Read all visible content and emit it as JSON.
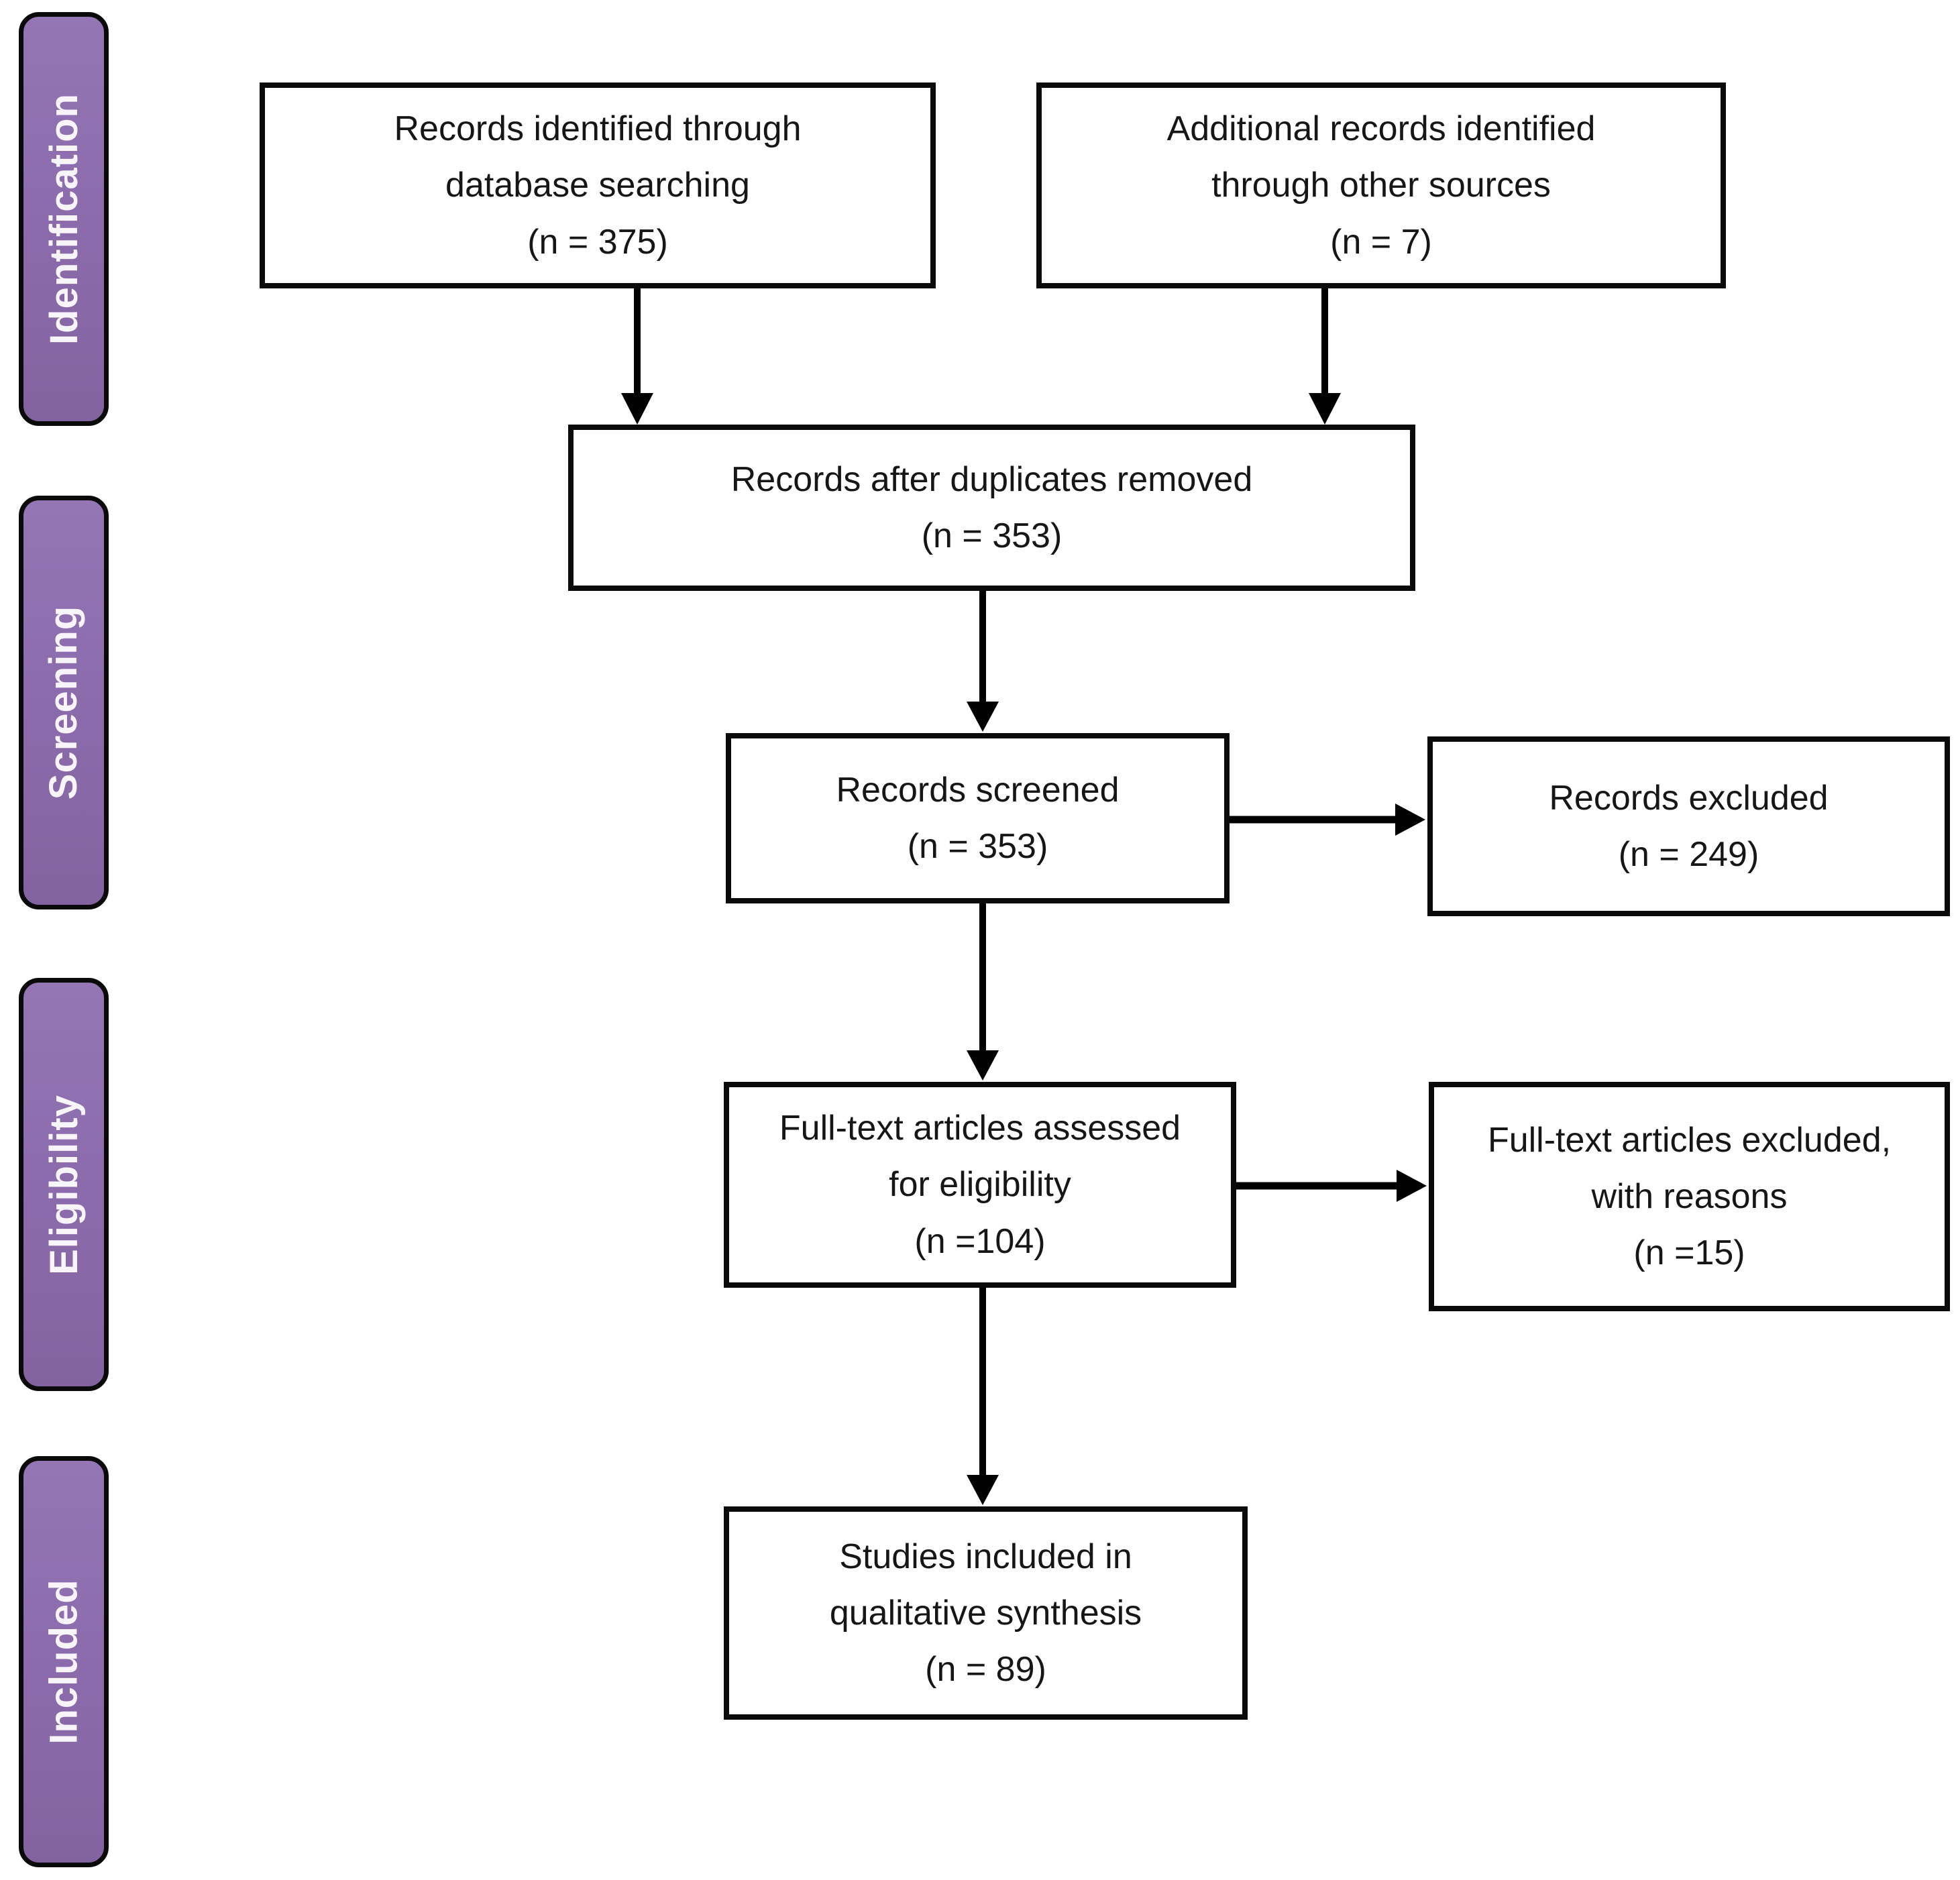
{
  "diagram": {
    "kind": "prisma-flow-diagram"
  },
  "sidebar": {
    "stages": [
      {
        "label": "Identification"
      },
      {
        "label": "Screening"
      },
      {
        "label": "Eligibility"
      },
      {
        "label": "Included"
      }
    ]
  },
  "boxes": [
    {
      "id": "records-identified",
      "lines": [
        "Records identified through",
        "database searching",
        "(n = 375)"
      ]
    },
    {
      "id": "additional-records",
      "lines": [
        "Additional records identified",
        "through other sources",
        "(n = 7)"
      ]
    },
    {
      "id": "duplicates-removed",
      "lines": [
        "Records after duplicates removed",
        "(n = 353)"
      ]
    },
    {
      "id": "records-screened",
      "lines": [
        "Records screened",
        "(n = 353)"
      ]
    },
    {
      "id": "records-excluded",
      "lines": [
        "Records excluded",
        "(n = 249)"
      ]
    },
    {
      "id": "fulltext-assessed",
      "lines": [
        "Full-text articles assessed",
        "for eligibility",
        "(n =104)"
      ]
    },
    {
      "id": "fulltext-excluded",
      "lines": [
        "Full-text articles excluded,",
        "with reasons",
        "(n =15)"
      ]
    },
    {
      "id": "studies-included",
      "lines": [
        "Studies included in",
        "qualitative synthesis",
        "(n = 89)"
      ]
    }
  ],
  "colors": {
    "stage_fill": "#8c6cad",
    "stage_text": "#ffffff",
    "box_fill": "#ffffff",
    "box_border": "#0a0a0a",
    "text": "#161616",
    "arrow": "#000000"
  }
}
